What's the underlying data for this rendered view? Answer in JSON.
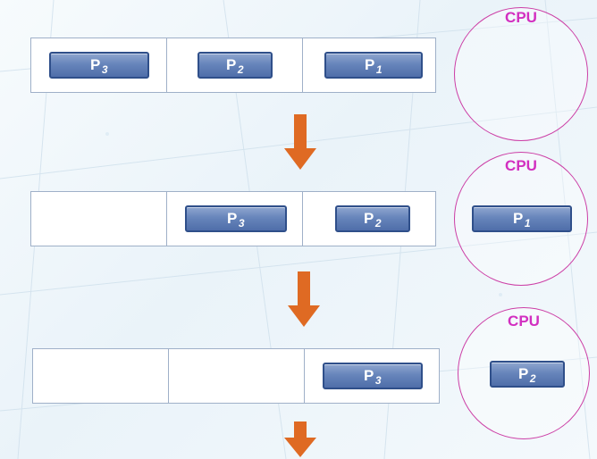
{
  "stages": [
    {
      "queue": [
        {
          "letter": "P",
          "sub": "3"
        },
        {
          "letter": "P",
          "sub": "2"
        },
        {
          "letter": "P",
          "sub": "1"
        }
      ],
      "cpu_label": "CPU",
      "cpu_process": null
    },
    {
      "queue": [
        null,
        {
          "letter": "P",
          "sub": "3"
        },
        {
          "letter": "P",
          "sub": "2"
        }
      ],
      "cpu_label": "CPU",
      "cpu_process": {
        "letter": "P",
        "sub": "1"
      }
    },
    {
      "queue": [
        null,
        null,
        {
          "letter": "P",
          "sub": "3"
        }
      ],
      "cpu_label": "CPU",
      "cpu_process": {
        "letter": "P",
        "sub": "2"
      }
    }
  ],
  "colors": {
    "arrow": "#df6a23",
    "cpu": "#d22fc0",
    "process": "#5b78b2"
  }
}
